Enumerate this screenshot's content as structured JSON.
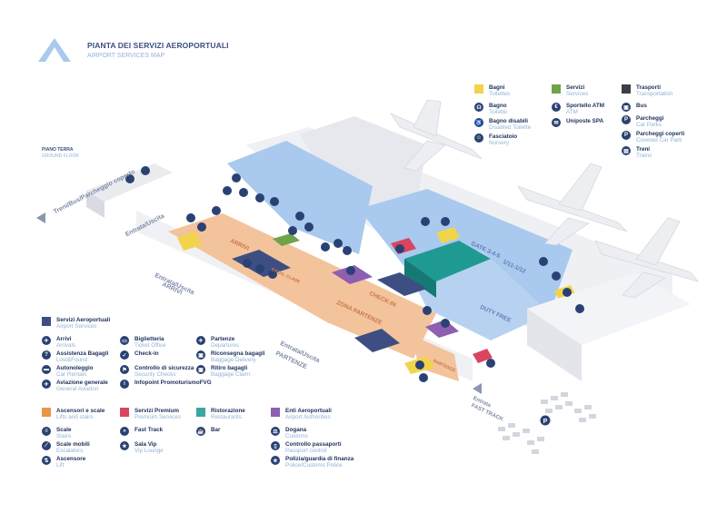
{
  "title": {
    "it": "PIANTA DEI SERVIZI AEROPORTUALI",
    "en": "AIRPORT SERVICES MAP"
  },
  "floor": {
    "it": "PIANO TERRA",
    "en": "GROUND FLOOR"
  },
  "colors": {
    "navy": "#2a4173",
    "bathroom": "#f1d44a",
    "services": "#6fa34a",
    "transport": "#3a3f46",
    "airport_services": "#3d4f82",
    "elevators": "#e8964b",
    "premium": "#d9455f",
    "restaurants": "#3aa8a0",
    "authorities": "#8e5fb0",
    "terminal_blue": "#a9c9ee",
    "terminal_orange": "#f3c39c",
    "terminal_white": "#f3f4f7"
  },
  "map_labels": {
    "trains_bus_parking": "Treni/Bus/Parcheggio coperto",
    "entrance_exit_top": "Entrata/Uscita",
    "entrance_exit_arrivals": "Entrata/Uscita",
    "arrivals": "ARRIVI",
    "entrance_exit_departures": "Entrata/Uscita",
    "departures": "PARTENZE",
    "entrance": "Entrata",
    "fast_track": "FAST TRACK",
    "arrivi_hall": "ARRIVI",
    "baggage_claim": "BAGG. CLAIM",
    "check_in": "CHECK-IN",
    "departures_zone": "ZONA PARTENZE",
    "gates_345": "GATE 3-4-5",
    "gates_1112": "1/11-1/12",
    "duty_free": "DUTY FREE",
    "partenze_small": "PARTENZE"
  },
  "legend_top": [
    {
      "category": "Bagni",
      "sub": "Toilettes",
      "color": "#f1d44a",
      "items": [
        {
          "label": "Bagno",
          "sub": "Toilette",
          "icon": "toilet-icon",
          "glyph": "☊"
        },
        {
          "label": "Bagno disabili",
          "sub": "Disabled Toilette",
          "icon": "wheelchair-icon",
          "glyph": "♿"
        },
        {
          "label": "Fasciatoio",
          "sub": "Nursery",
          "icon": "nursery-icon",
          "glyph": "☺"
        }
      ]
    },
    {
      "category": "Servizi",
      "sub": "Services",
      "color": "#6fa34a",
      "items": [
        {
          "label": "Sportello ATM",
          "sub": "ATM",
          "icon": "atm-icon",
          "glyph": "€"
        },
        {
          "label": "Uniposte SPA",
          "sub": "",
          "icon": "post-icon",
          "glyph": "✉"
        }
      ]
    },
    {
      "category": "Trasporti",
      "sub": "Transportation",
      "color": "#3a3f46",
      "items": [
        {
          "label": "Bus",
          "sub": "",
          "icon": "bus-icon",
          "glyph": "▣"
        },
        {
          "label": "Parcheggi",
          "sub": "Car Parks",
          "icon": "parking-icon",
          "glyph": "P"
        },
        {
          "label": "Parcheggi coperti",
          "sub": "Covered Car Park",
          "icon": "covered-parking-icon",
          "glyph": "P"
        },
        {
          "label": "Treni",
          "sub": "Trains",
          "icon": "train-icon",
          "glyph": "▤"
        }
      ]
    }
  ],
  "legend_bottom": [
    {
      "category": "Servizi Aeroportuali",
      "sub": "Airport Services",
      "color": "#3d4f82",
      "columns": [
        [
          {
            "label": "Arrivi",
            "sub": "Arrivals",
            "icon": "arrivals-icon",
            "glyph": "✈"
          },
          {
            "label": "Assistenza Bagagli",
            "sub": "Lost&Found",
            "icon": "lost-found-icon",
            "glyph": "?"
          },
          {
            "label": "Autonoleggio",
            "sub": "Car Rentals",
            "icon": "car-rental-icon",
            "glyph": "▬"
          },
          {
            "label": "Aviazione generale",
            "sub": "General Aviation",
            "icon": "general-aviation-icon",
            "glyph": "✈"
          }
        ],
        [
          {
            "label": "Biglietteria",
            "sub": "Ticket Office",
            "icon": "ticket-icon",
            "glyph": "▭"
          },
          {
            "label": "Check-in",
            "sub": "",
            "icon": "check-in-icon",
            "glyph": "✓"
          },
          {
            "label": "Controllo di sicurezza",
            "sub": "Security Checks",
            "icon": "security-icon",
            "glyph": "⚑"
          },
          {
            "label": "Infopoint PromoturismoFVG",
            "sub": "",
            "icon": "info-icon",
            "glyph": "i"
          }
        ],
        [
          {
            "label": "Partenze",
            "sub": "Departures",
            "icon": "departures-icon",
            "glyph": "✈"
          },
          {
            "label": "Riconsegna bagagli",
            "sub": "Baggage Delivery",
            "icon": "baggage-delivery-icon",
            "glyph": "▣"
          },
          {
            "label": "Ritiro bagagli",
            "sub": "Baggage Claim",
            "icon": "baggage-claim-icon",
            "glyph": "▣"
          }
        ]
      ]
    },
    {
      "category": "Ascensori e scale",
      "sub": "Lifts and stairs",
      "color": "#e8964b",
      "items": [
        {
          "label": "Scale",
          "sub": "Stairs",
          "icon": "stairs-icon",
          "glyph": "≡"
        },
        {
          "label": "Scale mobili",
          "sub": "Escalators",
          "icon": "escalator-icon",
          "glyph": "⟋"
        },
        {
          "label": "Ascensore",
          "sub": "Lift",
          "icon": "lift-icon",
          "glyph": "⇅"
        }
      ]
    },
    {
      "category": "Servizi Premium",
      "sub": "Premium Services",
      "color": "#d9455f",
      "items": [
        {
          "label": "Fast Track",
          "sub": "",
          "icon": "fast-track-icon",
          "glyph": "»"
        },
        {
          "label": "Sala Vip",
          "sub": "Vip Lounge",
          "icon": "vip-lounge-icon",
          "glyph": "★"
        }
      ]
    },
    {
      "category": "Ristorazione",
      "sub": "Restaurants",
      "color": "#3aa8a0",
      "items": [
        {
          "label": "Bar",
          "sub": "",
          "icon": "bar-icon",
          "glyph": "☕"
        }
      ]
    },
    {
      "category": "Enti Aeroportuali",
      "sub": "Airport Authorities",
      "color": "#8e5fb0",
      "items": [
        {
          "label": "Dogana",
          "sub": "Customs",
          "icon": "customs-icon",
          "glyph": "⚖"
        },
        {
          "label": "Controllo passaporti",
          "sub": "Passport control",
          "icon": "passport-icon",
          "glyph": "▯"
        },
        {
          "label": "Polizia/guardia di finanza",
          "sub": "Police/Customs Police",
          "icon": "police-icon",
          "glyph": "★"
        }
      ]
    }
  ]
}
